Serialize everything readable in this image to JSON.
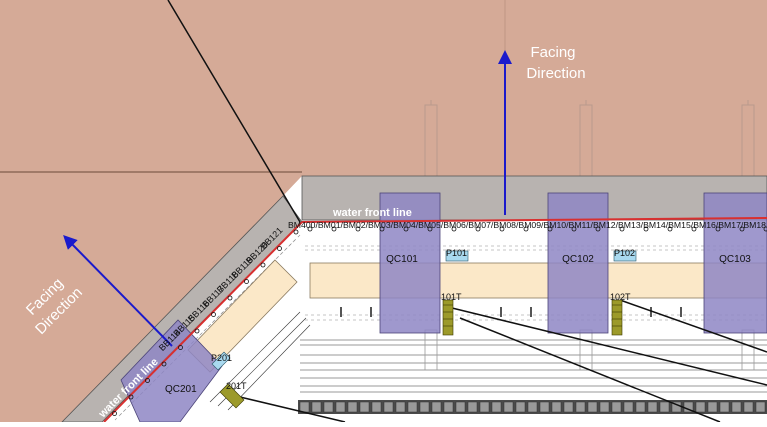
{
  "annotations": {
    "facing_direction_top": [
      "Facing",
      "Direction"
    ],
    "facing_direction_left": [
      "Facing",
      "Direction"
    ],
    "water_front_line_top": "water front line",
    "water_front_line_left": "water front line"
  },
  "cranes": {
    "qc101": "QC101",
    "qc102": "QC102",
    "qc103": "QC103",
    "qc201": "QC201"
  },
  "positions": {
    "p101": "P101",
    "p102": "P102",
    "p201": "P201"
  },
  "trucks": {
    "t101": "101T",
    "t102": "102T",
    "t201": "201T"
  },
  "bollards_left": [
    "BB121",
    "BB120",
    "BB119",
    "BB118",
    "BB117",
    "BB116",
    "BB115",
    "BB114"
  ],
  "bollard_row_top": "BM400/BM01/BM02/BM03/BM04/BM05/BM06/BM07/BM08/BM09/BM10/BM11/BM12/BM13/BM14/BM15/BM16/BM17/BM18",
  "colors": {
    "water": "#d5aa97",
    "apron": "#b8b3b0",
    "crane": "#8e86c4",
    "facing_arrow": "#1a1acc",
    "waterfront_line": "#d83030",
    "truck": "#9c9a2a",
    "position_box": "#a9d9ef"
  }
}
